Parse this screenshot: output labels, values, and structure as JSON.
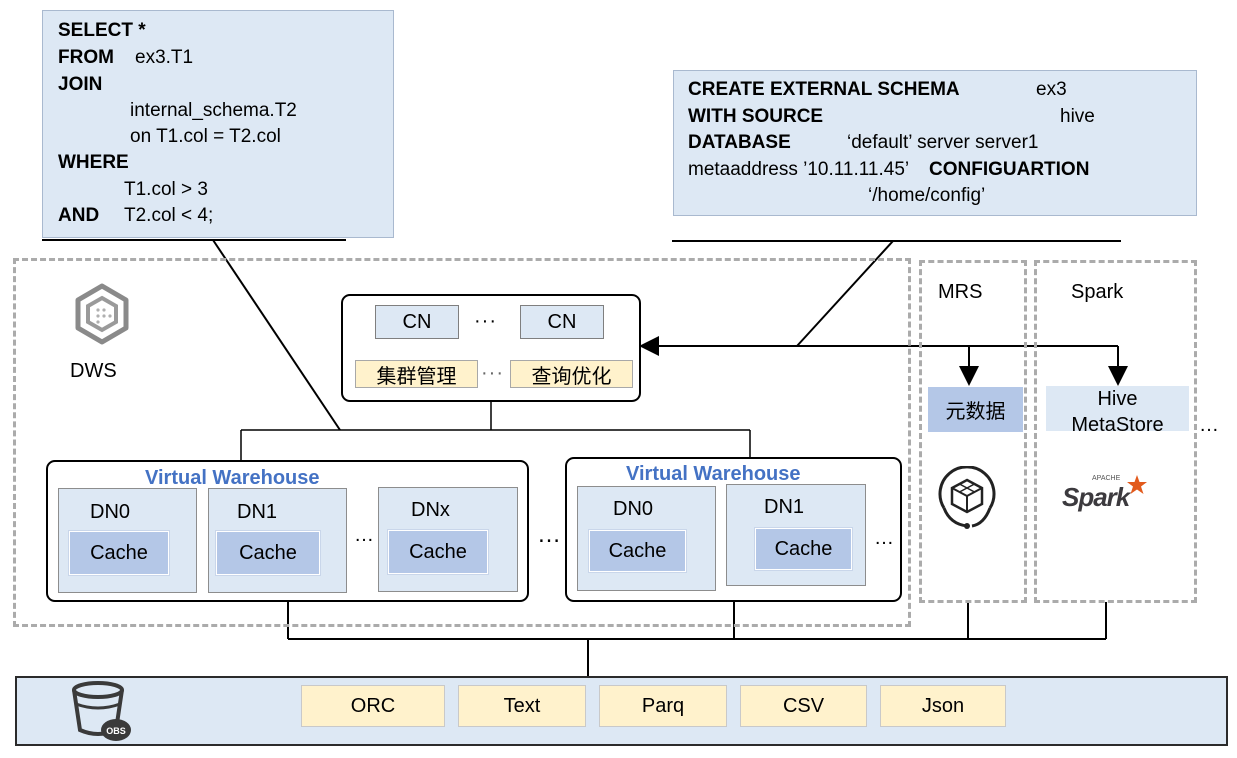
{
  "query_box": {
    "select": "SELECT *",
    "from_kw": "FROM",
    "from_val": "ex3.T1",
    "join_kw": "JOIN",
    "join_table": "internal_schema.T2",
    "join_on": "on T1.col = T2.col",
    "where_kw": "WHERE",
    "where_cond": "T1.col > 3",
    "and_kw": "AND",
    "and_cond": "T2.col < 4;"
  },
  "schema_box": {
    "line1_kw": "CREATE EXTERNAL SCHEMA",
    "line1_val": "ex3",
    "line2_kw": "WITH SOURCE",
    "line2_val": "hive",
    "line3_kw": "DATABASE",
    "line3_val": "‘default’ server server1",
    "line4_val": "metaaddress ’10.11.11.45’",
    "line4_kw": "CONFIGUARTION",
    "line5_val": "‘/home/config’"
  },
  "dws": {
    "label": "DWS",
    "icon": "dws-logo-icon",
    "coordinator": {
      "cn_left": "CN",
      "cn_right": "CN",
      "cn_dots": "···",
      "cluster_mgmt": "集群管理",
      "query_opt": "查询优化",
      "mgmt_dots": "···"
    },
    "warehouses": [
      {
        "title": "Virtual Warehouse",
        "nodes": [
          {
            "name": "DN0",
            "cache": "Cache"
          },
          {
            "name": "DN1",
            "cache": "Cache"
          },
          {
            "name": "DNx",
            "cache": "Cache"
          }
        ],
        "dots": "…"
      },
      {
        "title": "Virtual Warehouse",
        "nodes": [
          {
            "name": "DN0",
            "cache": "Cache"
          },
          {
            "name": "DN1",
            "cache": "Cache"
          }
        ],
        "dots": "…"
      }
    ],
    "between_dots": "…"
  },
  "mrs": {
    "label": "MRS",
    "metadata": "元数据",
    "icon": "mrs-cube-icon"
  },
  "spark": {
    "label": "Spark",
    "metastore_line1": "Hive",
    "metastore_line2": "MetaStore",
    "logo_small": "APACHE",
    "logo_text": "Spark",
    "icon": "spark-star-icon",
    "more_dots": "…"
  },
  "storage": {
    "icon": "obs-bucket-icon",
    "icon_badge": "OBS",
    "formats": [
      "ORC",
      "Text",
      "Parq",
      "CSV",
      "Json"
    ]
  },
  "colors": {
    "sql_bg": "#dde8f4",
    "cache_bg": "#b4c7e7",
    "yellow_bg": "#fff2cc",
    "warehouse_title": "#4472c4"
  }
}
